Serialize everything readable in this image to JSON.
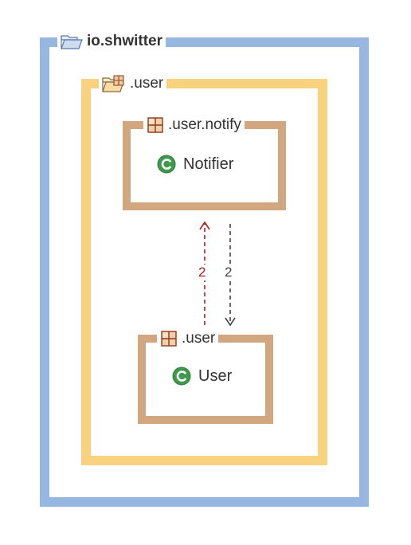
{
  "colors": {
    "outer_border": "#96b8e0",
    "user_border": "#f9d27f",
    "subpackage_border": "#d2a77f",
    "dependency_up": "#b01c1c",
    "dependency_down": "#444444",
    "class_icon": "#3f9a4e"
  },
  "packages": {
    "outer": {
      "label": "io.shwitter",
      "icon": "open-folder-icon"
    },
    "user": {
      "label": ".user",
      "icon": "open-package-folder-icon"
    },
    "notify": {
      "label": ".user.notify",
      "icon": "package-icon"
    },
    "user_sub": {
      "label": ".user",
      "icon": "package-icon"
    }
  },
  "classes": {
    "notifier": {
      "label": "Notifier",
      "icon": "class-icon"
    },
    "user": {
      "label": "User",
      "icon": "class-icon"
    }
  },
  "dependencies": {
    "user_to_notify": {
      "count": "2",
      "color": "#b01c1c"
    },
    "notify_to_user": {
      "count": "2",
      "color": "#444444"
    }
  }
}
